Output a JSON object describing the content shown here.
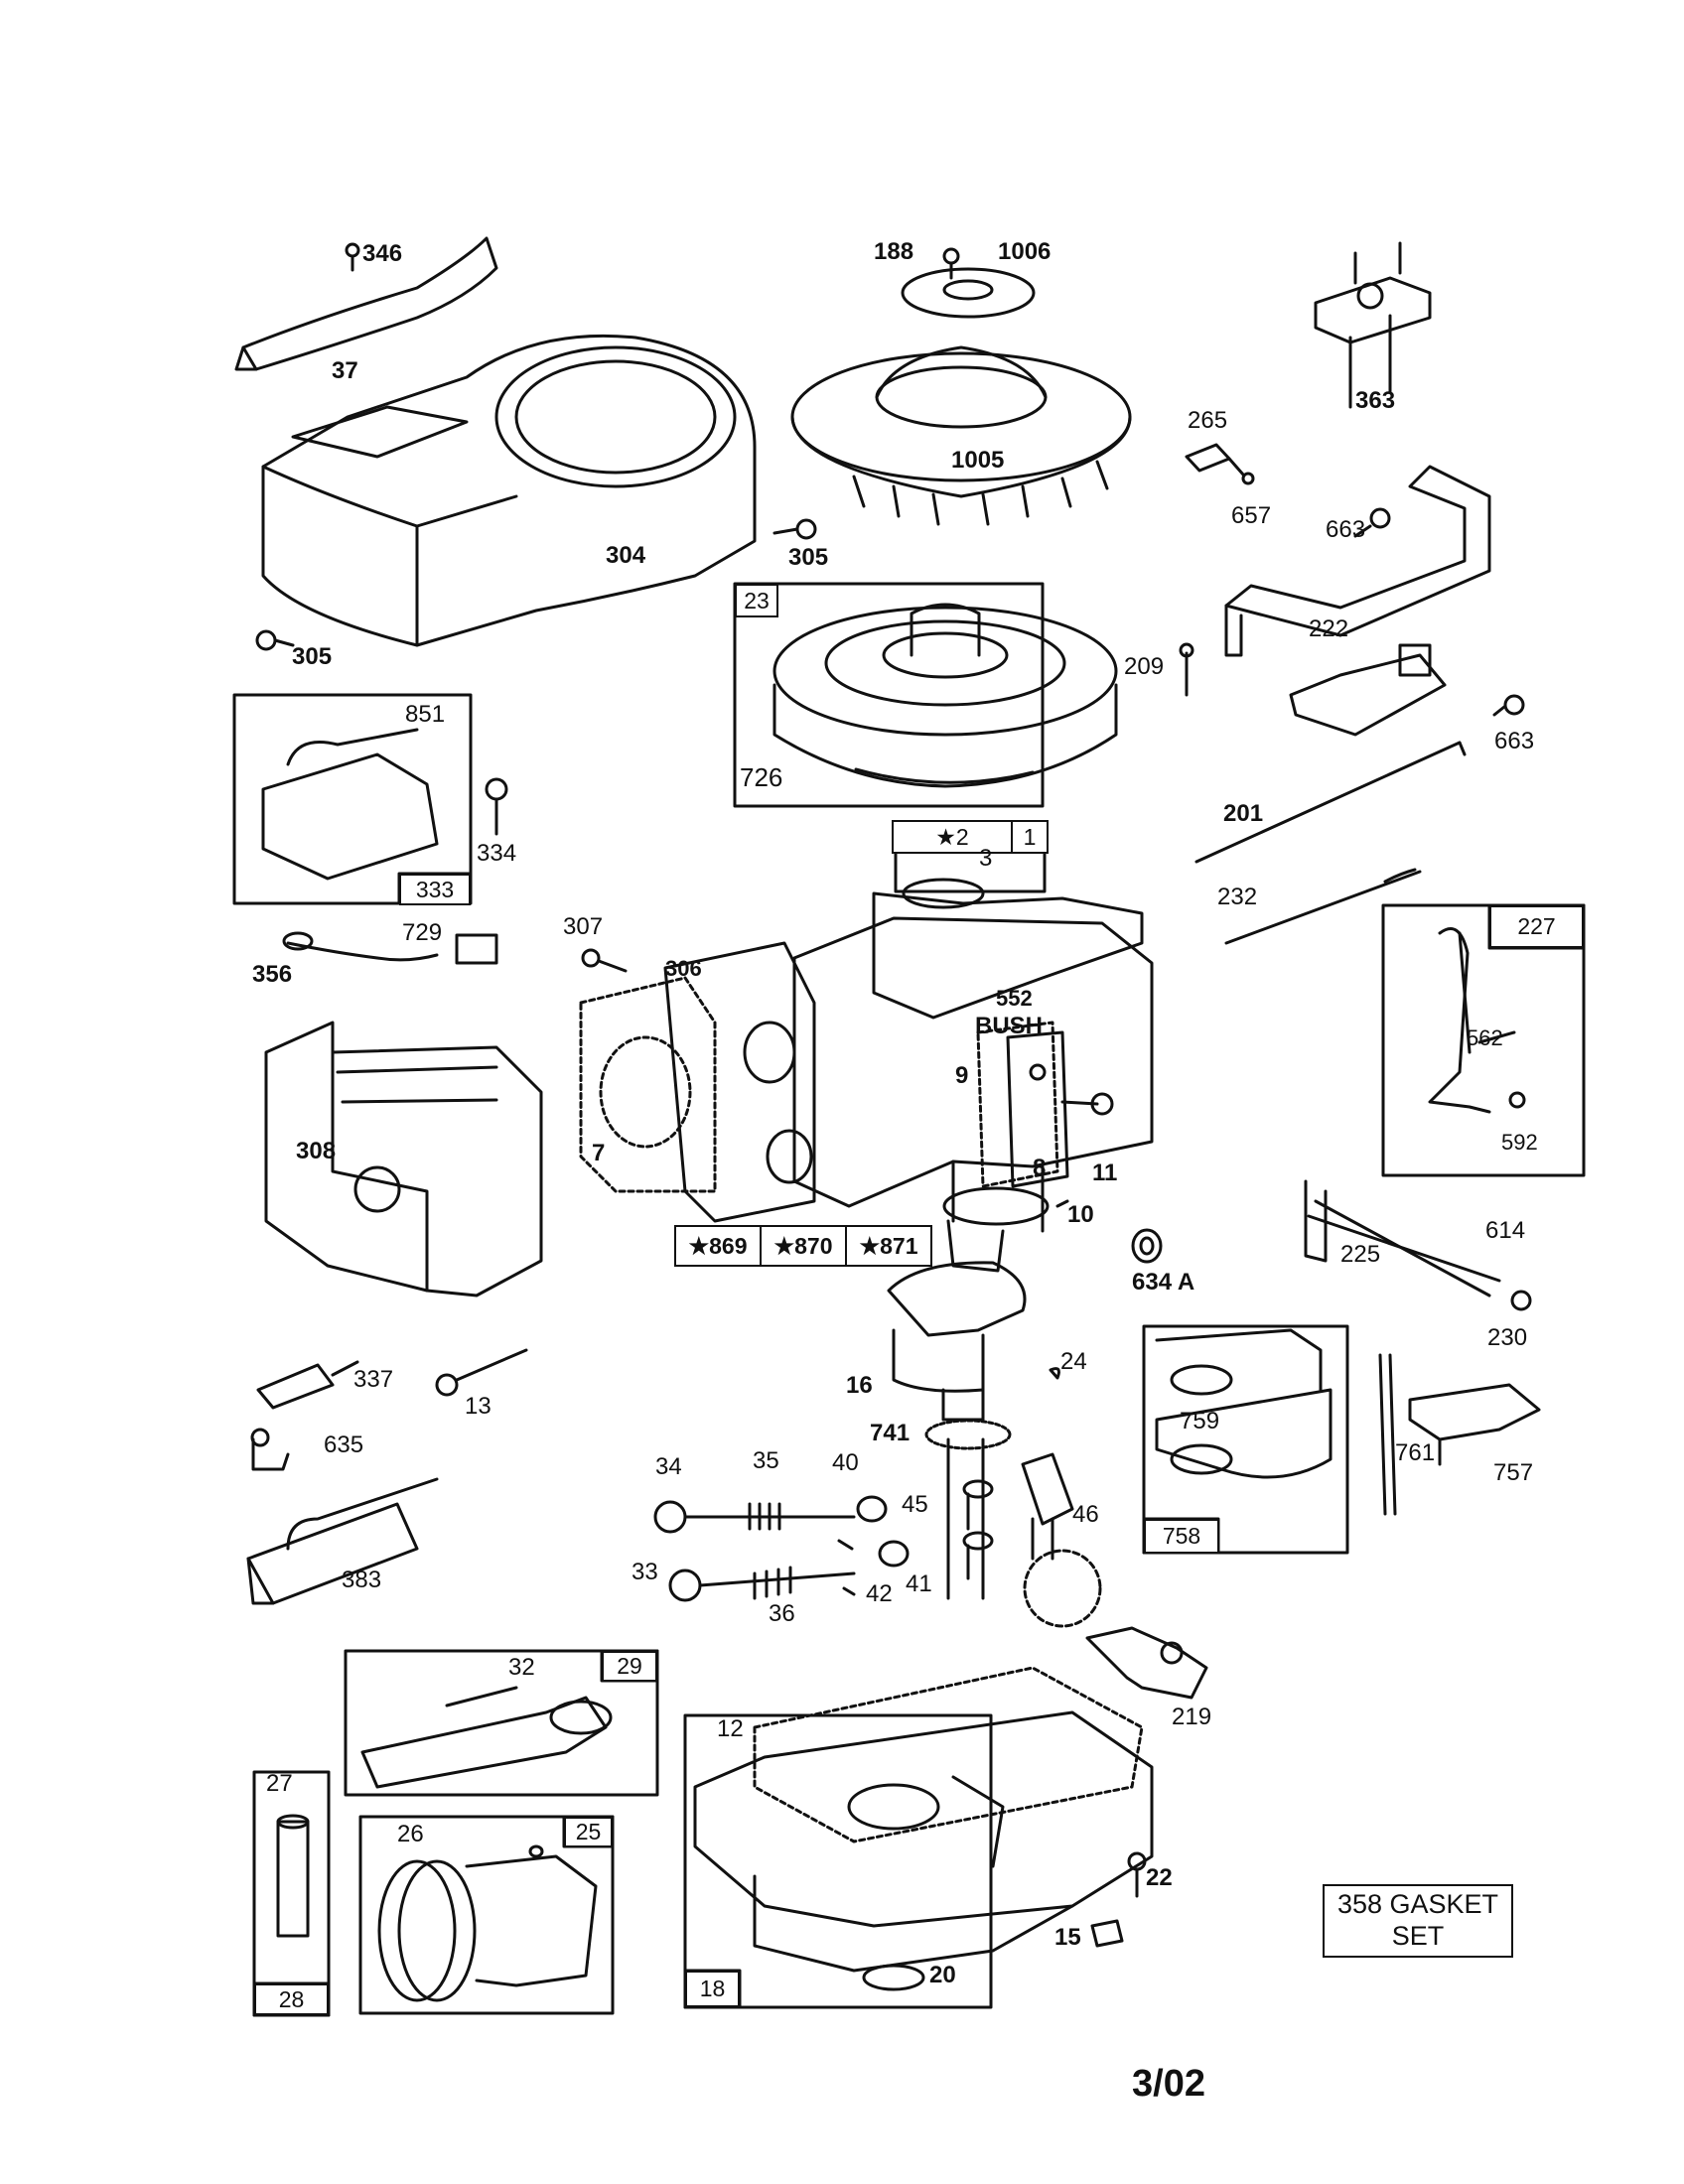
{
  "labels": {
    "p346": "346",
    "p37": "37",
    "p304": "304",
    "p305a": "305",
    "p305b": "305",
    "p188": "188",
    "p1006": "1006",
    "p1005": "1005",
    "p363": "363",
    "p265": "265",
    "p657": "657",
    "p663a": "663",
    "p222": "222",
    "p209": "209",
    "p663b": "663",
    "p201": "201",
    "p232": "232",
    "p23": "23",
    "p726": "726",
    "p851": "851",
    "p333": "333",
    "p334": "334",
    "p2": "★2",
    "p3": "3",
    "p1": "1",
    "p729": "729",
    "p356": "356",
    "p307": "307",
    "p306": "306",
    "p552": "552",
    "bush": "BUSH",
    "p9": "9",
    "p7": "7",
    "p8": "8",
    "p11": "11",
    "p10": "10",
    "p308": "308",
    "p634a": "634 A",
    "p227": "227",
    "p562": "562",
    "p592": "592",
    "p225": "225",
    "p614": "614",
    "p230": "230",
    "p337": "337",
    "p13": "13",
    "p635": "635",
    "p383": "383",
    "p16": "16",
    "p24": "24",
    "p741": "741",
    "p34": "34",
    "p35": "35",
    "p40": "40",
    "p45": "45",
    "p46": "46",
    "p33": "33",
    "p36": "36",
    "p41": "41",
    "p42": "42",
    "p759": "759",
    "p761": "761",
    "p757": "757",
    "p758": "758",
    "p32": "32",
    "p29": "29",
    "p219": "219",
    "p12": "12",
    "p27": "27",
    "p28": "28",
    "p26": "26",
    "p25": "25",
    "p18": "18",
    "p22": "22",
    "p15": "15",
    "p20": "20"
  },
  "kits": [
    "★869",
    "★870",
    "★871"
  ],
  "gasket_set": {
    "line1": "358 GASKET",
    "line2": "SET"
  },
  "footer": "3/02"
}
